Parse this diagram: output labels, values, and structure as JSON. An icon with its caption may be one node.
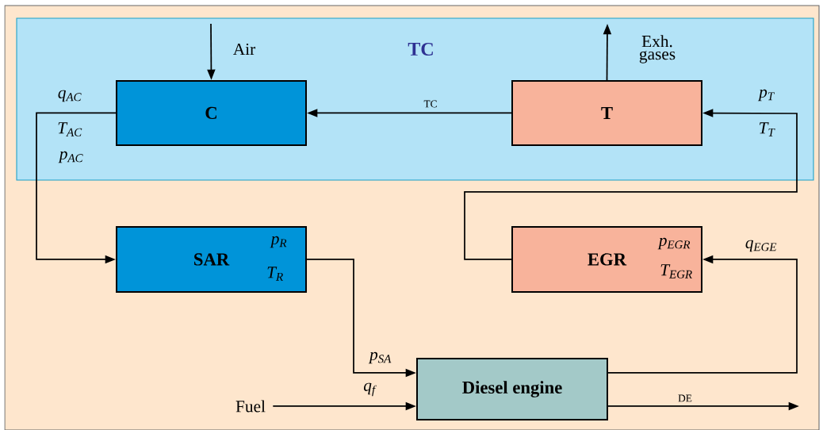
{
  "diagram": {
    "nodes": [
      {
        "text": [
          "TC"
        ]
      },
      {
        "text": [
          "C"
        ],
        "in": 0
      },
      {
        "text": [
          "T"
        ],
        "in": 0
      },
      {
        "text": [
          "SAR",
          "p$_{R}$",
          "T$_{R}$"
        ]
      },
      {
        "text": [
          "EGR",
          "p$_{EGR}$",
          "T$_{EGR}$"
        ]
      },
      {
        "text": [
          "Diesel engine"
        ]
      },
      {
        "text": [
          "Fuel"
        ]
      }
    ],
    "edges": [
      {
        "from": null,
        "to": 1,
        "arrow": "to",
        "label": "Air"
      },
      {
        "from": 2,
        "to": null,
        "arrow": "to",
        "label": "Exh. gases"
      },
      {
        "from": 2,
        "to": 1,
        "arrow": "to",
        "label": "TC"
      },
      {
        "from": 1,
        "to": 3,
        "arrow": "to",
        "label": "q$_{AC}$"
      },
      {
        "from": 4,
        "to": 2,
        "arrow": "to",
        "label": "p$_{T}$"
      },
      {
        "from": 3,
        "to": 5,
        "arrow": "to",
        "label": "p$_{SA}$"
      },
      {
        "from": 6,
        "to": 5,
        "arrow": "to",
        "label": "q$_{f}$"
      },
      {
        "from": 5,
        "to": 4,
        "arrow": "to",
        "label": "q$_{EGE}$"
      },
      {
        "from": 5,
        "to": null,
        "arrow": "to",
        "label": "DE"
      }
    ],
    "labels": [
      "T$_{AC}$",
      "p$_{AC}$",
      "T$_{T}$"
    ]
  }
}
